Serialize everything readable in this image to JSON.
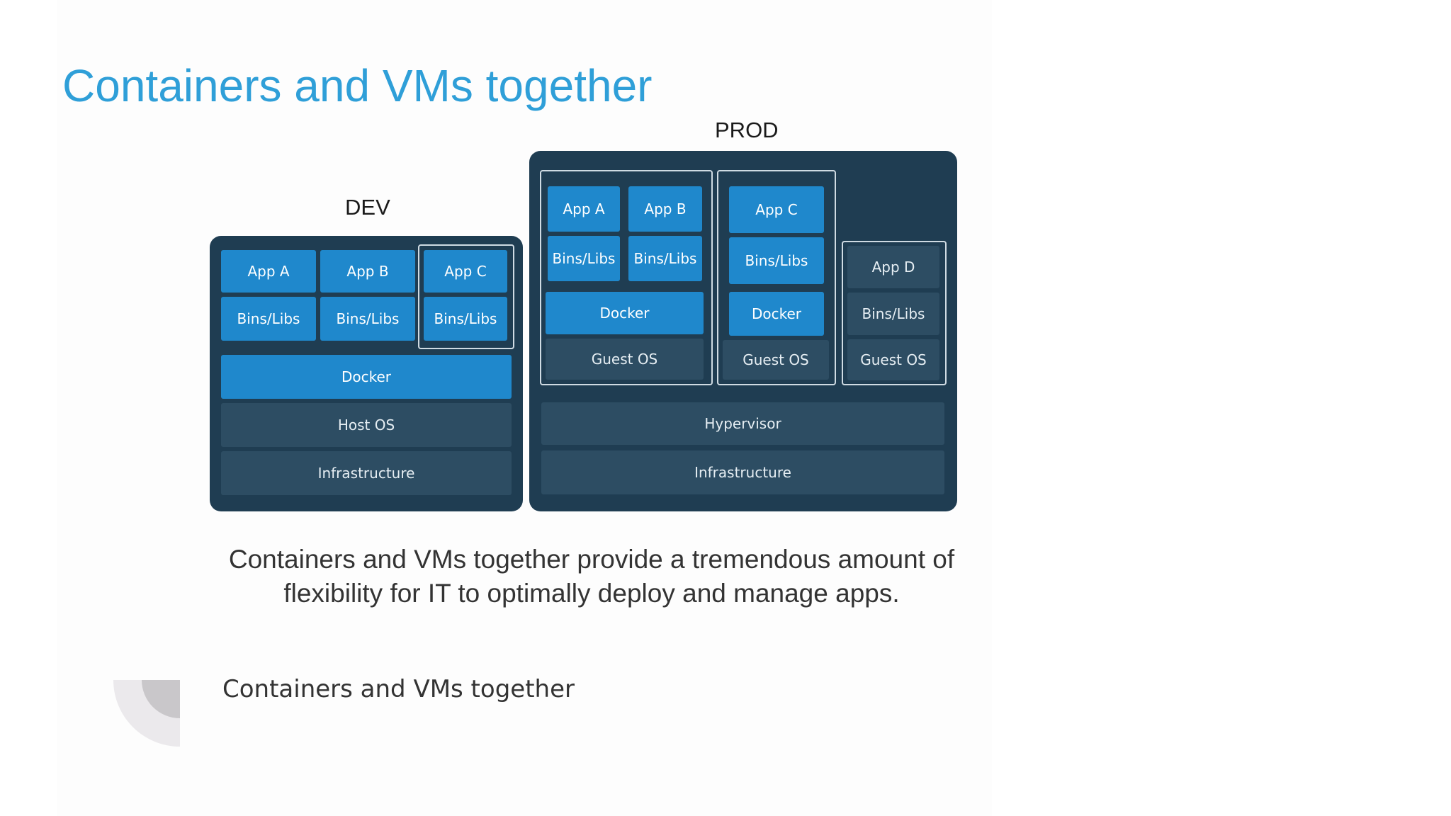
{
  "slide": {
    "title": "Containers and VMs together",
    "caption_line1": "Containers and VMs together provide a tremendous amount of",
    "caption_line2": "flexibility for IT to optimally deploy and manage apps.",
    "footer_text": "Containers and VMs together"
  },
  "colors": {
    "title": "#2f9fd8",
    "env_background": "#1f3d52",
    "docker_blue": "#1f88cc",
    "layer_dark": "#2d4d63"
  },
  "dev": {
    "label": "DEV",
    "app_a": "App A",
    "app_b": "App B",
    "app_c": "App C",
    "bins_a": "Bins/Libs",
    "bins_b": "Bins/Libs",
    "bins_c": "Bins/Libs",
    "docker": "Docker",
    "host_os": "Host OS",
    "infrastructure": "Infrastructure"
  },
  "prod": {
    "label": "PROD",
    "vm1_app_a": "App A",
    "vm1_app_b": "App B",
    "vm1_bins_a": "Bins/Libs",
    "vm1_bins_b": "Bins/Libs",
    "vm1_docker": "Docker",
    "vm1_guest_os": "Guest OS",
    "vm2_app_c": "App C",
    "vm2_bins_c": "Bins/Libs",
    "vm2_docker": "Docker",
    "vm2_guest_os": "Guest OS",
    "vm3_app_d": "App D",
    "vm3_bins_d": "Bins/Libs",
    "vm3_guest_os": "Guest OS",
    "hypervisor": "Hypervisor",
    "infrastructure": "Infrastructure"
  }
}
